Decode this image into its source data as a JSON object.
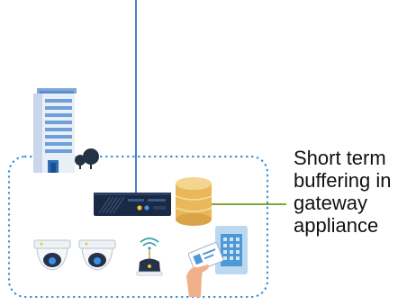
{
  "caption": {
    "lines": [
      "Short term",
      "buffering in",
      "gateway",
      "appliance"
    ]
  },
  "colors": {
    "uplink": "#1f5fbf",
    "boundary": "#3a8fd6",
    "callout": "#6e9a1c",
    "building": "#5b8fcf",
    "appliance": "#1b2a44",
    "storage": "#e8b85a"
  },
  "icons": [
    "office-building-icon",
    "tree-icon",
    "gateway-appliance-icon",
    "storage-database-icon",
    "dome-camera-icon",
    "wireless-router-icon",
    "access-card-reader-icon"
  ]
}
